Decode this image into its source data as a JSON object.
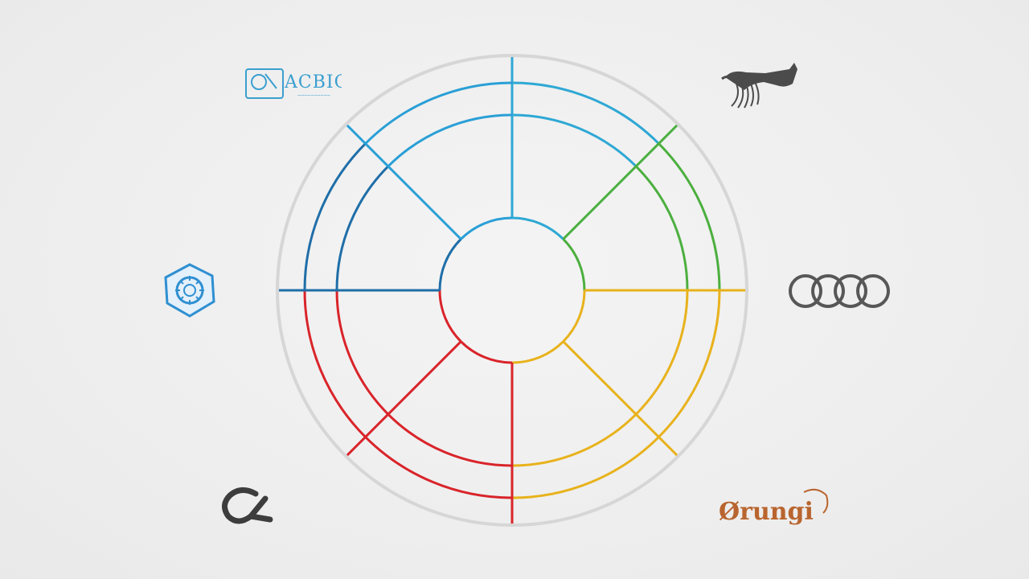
{
  "diagram": {
    "type": "segmented-wheel",
    "rings": 3,
    "segments": 8,
    "segment_colors": [
      "#2ea8d4",
      "#4caf3f",
      "#e8b21c",
      "#e8b21c",
      "#d9242a",
      "#d9242a",
      "#1f6ea8",
      "#2a9fd6"
    ],
    "outer_ring_color": "#d6d6d6"
  },
  "logos": {
    "top_left": {
      "icon": "water-logo-icon",
      "text": "ACBIG",
      "subtext": "~~~~~~~~~~",
      "color": "#3a9fd0"
    },
    "top_right": {
      "icon": "horn-creature-icon",
      "color": "#555555"
    },
    "left": {
      "icon": "hexagon-gear-icon",
      "color": "#2f8fd1"
    },
    "right": {
      "icon": "four-rings-icon",
      "color": "#555555"
    },
    "bottom_left": {
      "icon": "alpha-fish-icon",
      "color": "#444444"
    },
    "bottom_right": {
      "icon": "ornate-wordmark-icon",
      "text": "Ørungi",
      "color": "#b9652f"
    }
  }
}
